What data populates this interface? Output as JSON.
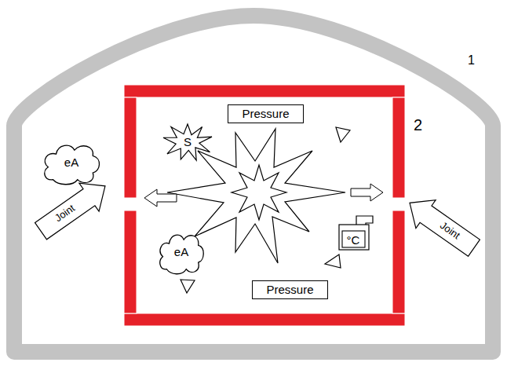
{
  "diagram": {
    "nodes": [
      {
        "text": [
          "Pressure"
        ]
      },
      {
        "text": [
          "S"
        ]
      },
      {
        "text": [
          "eA"
        ]
      },
      {
        "text": [
          "Joint"
        ]
      },
      {
        "text": [
          "eA"
        ]
      },
      {
        "text": [
          "°C"
        ]
      },
      {
        "text": [
          "Joint"
        ]
      },
      {
        "text": [
          "Pressure"
        ]
      }
    ],
    "labels": [
      "1",
      "2"
    ]
  }
}
